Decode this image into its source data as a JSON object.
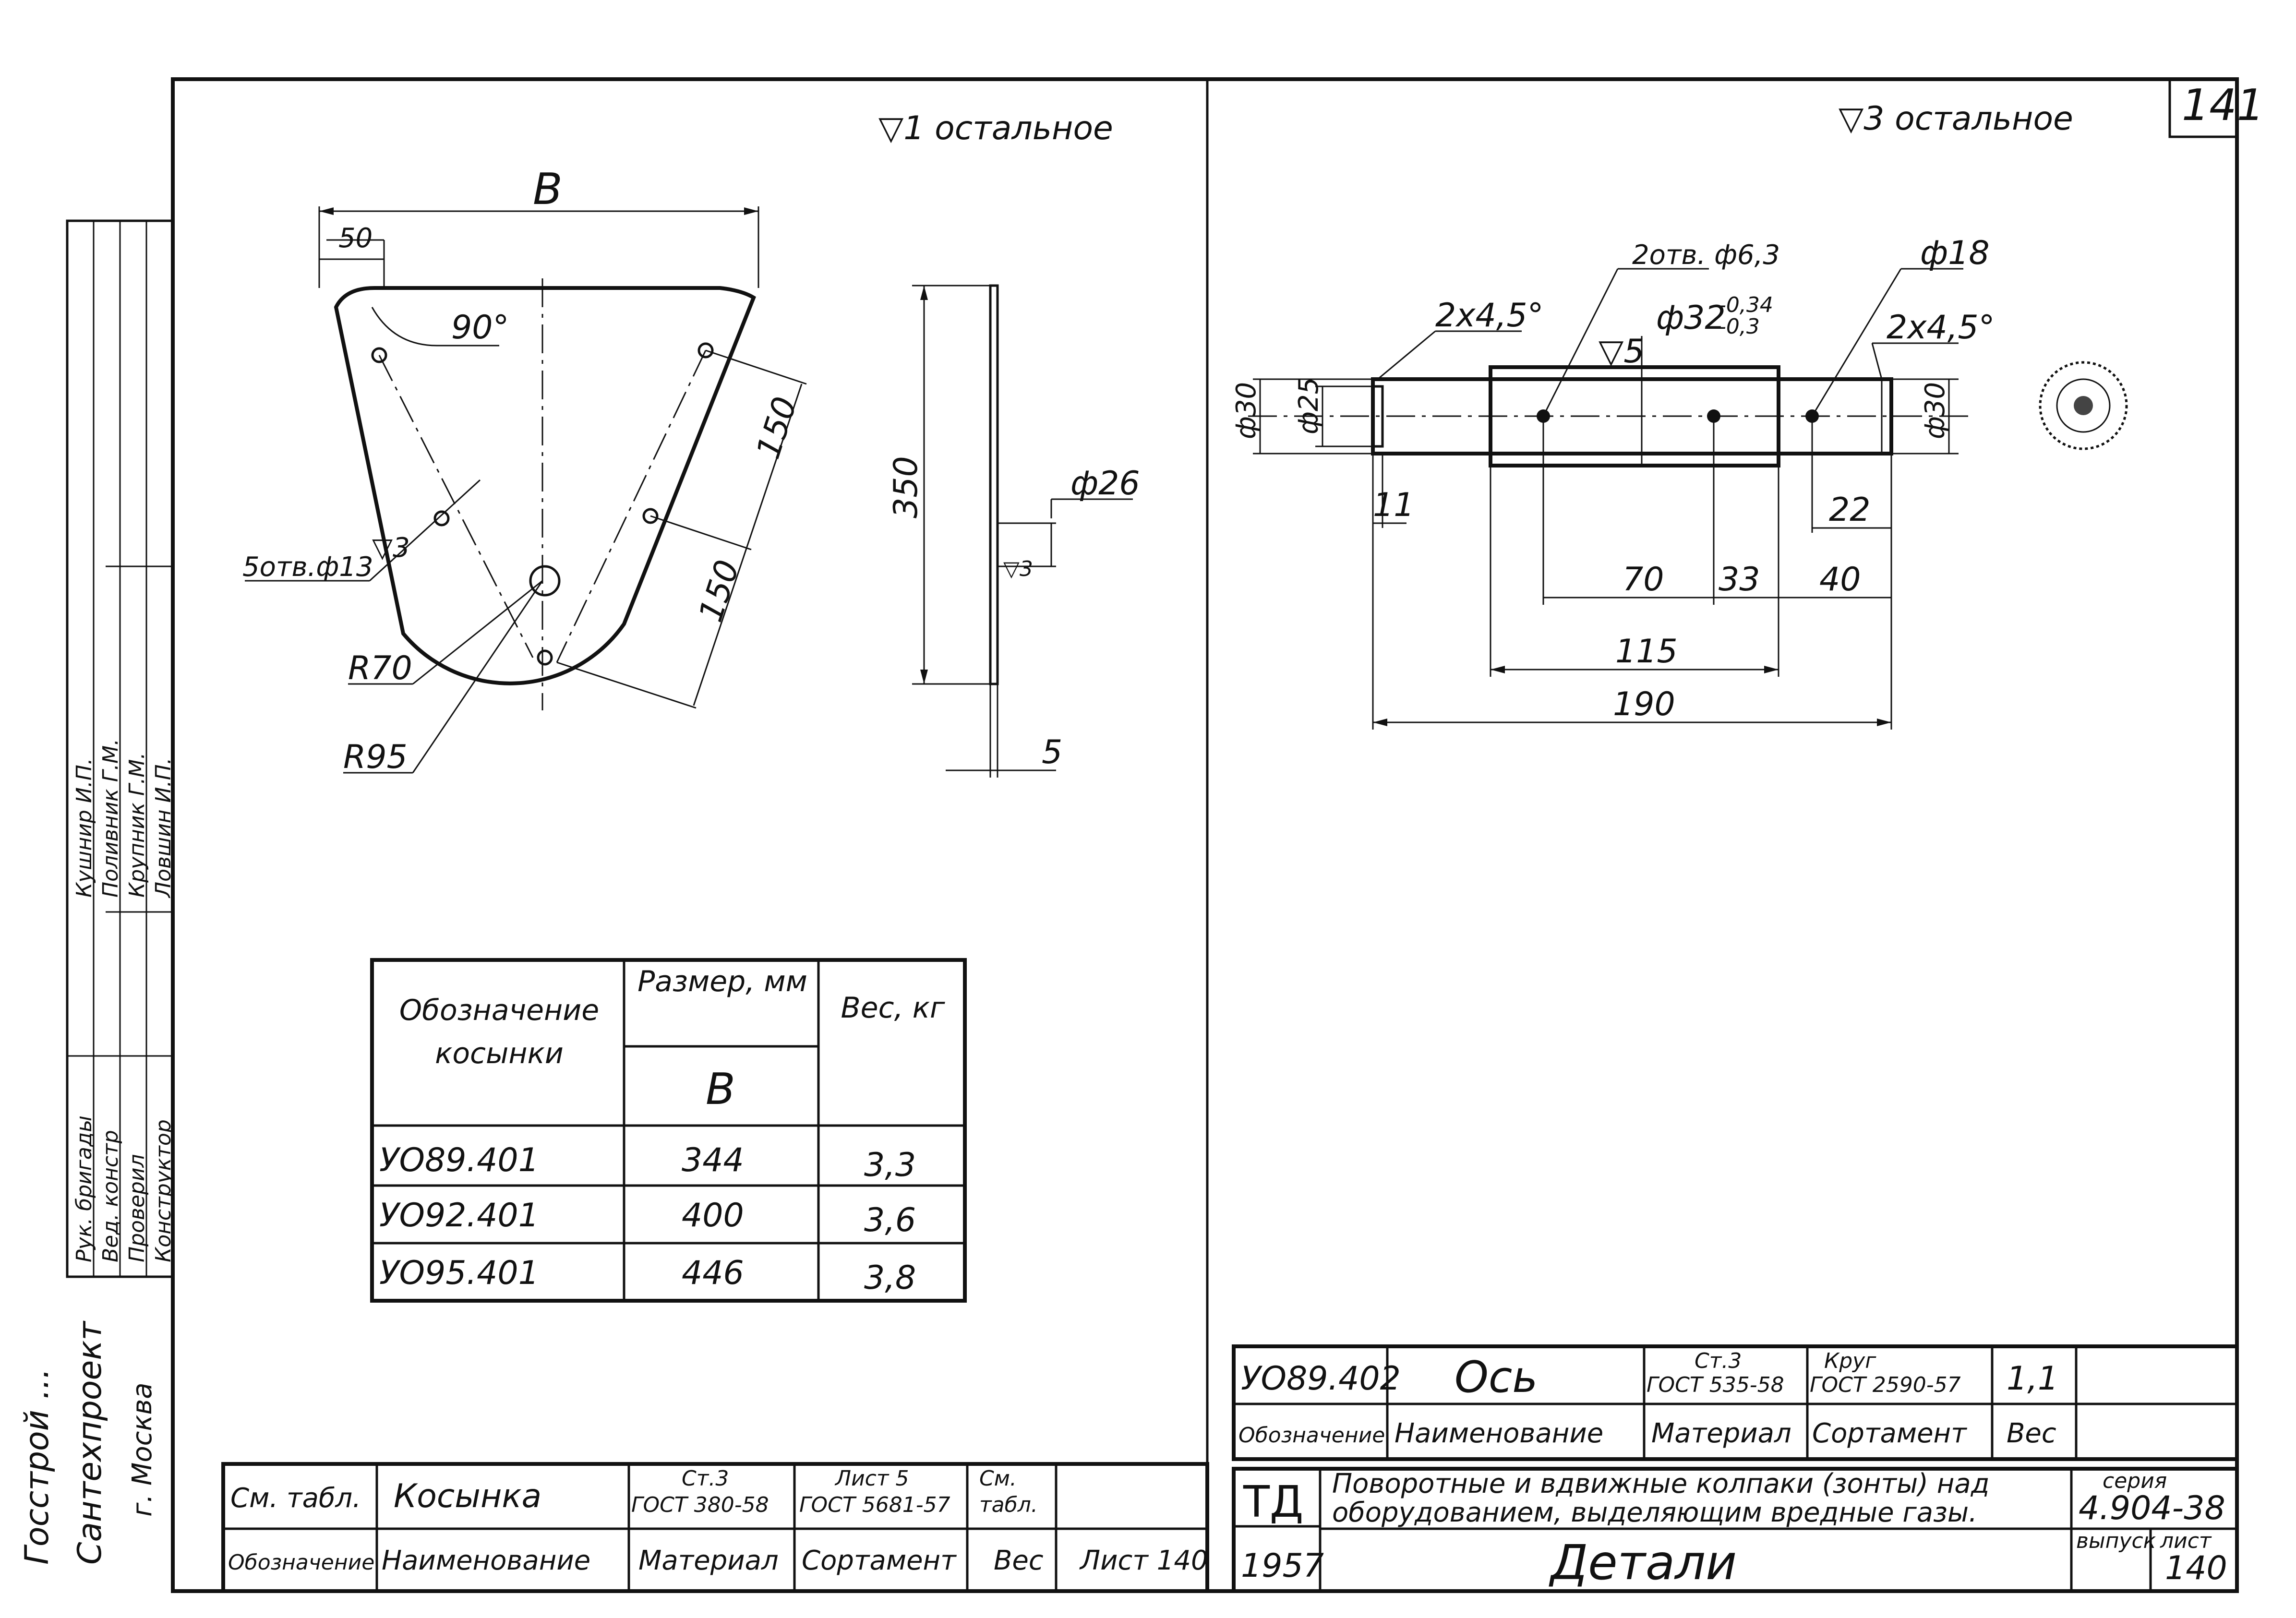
{
  "sheet": {
    "number": "141",
    "series_label": "серия",
    "series_value": "4.904-38",
    "issue_label": "выпуск",
    "sheet_label": "лист",
    "sheet_value": "140",
    "td_mark": "ТД",
    "year": "1957",
    "project_title_line1": "Поворотные и вдвижные колпаки (зонты) над",
    "project_title_line2": "оборудованием, выделяющим вредные газы.",
    "drawing_title": "Детали"
  },
  "org": {
    "line1": "Госстрой ...",
    "line2": "Сантехпроект",
    "line3": "г. Москва"
  },
  "signatures": {
    "roles": [
      "Рук. бригады",
      "Вед. констр",
      "Проверил",
      "Конструктор"
    ],
    "names": [
      "Кушнир И.П.",
      "Поливник Г.М.",
      "Крупник Г.М.",
      "Ловшин И.П."
    ]
  },
  "gusset": {
    "roughness_note": "▽1 остальное",
    "dim_B": "B",
    "dim_50": "50",
    "dim_90": "90°",
    "dim_150a": "150",
    "dim_150b": "150",
    "holes": "5отв.ф13",
    "holes_roughness": "▽3",
    "r70": "R70",
    "r95": "R95",
    "side_350": "350",
    "side_phi26": "ф26",
    "side_rough": "▽3",
    "side_5": "5",
    "table": {
      "col1_header": "Обозначение косынки",
      "col2_header": "Размер, мм",
      "col2_sub": "B",
      "col3_header": "Вес, кг",
      "rows": [
        {
          "code": "УО89.401",
          "b": "344",
          "weight": "3,3"
        },
        {
          "code": "УО92.401",
          "b": "400",
          "weight": "3,6"
        },
        {
          "code": "УО95.401",
          "b": "446",
          "weight": "3,8"
        }
      ]
    },
    "title_block": {
      "sh_table": "См. табл.",
      "name": "Косынка",
      "material_line1": "Ст.3",
      "material_line2": "ГОСТ 380-58",
      "sortament_line1": "Лист 5",
      "sortament_line2": "ГОСТ 5681-57",
      "weight_line1": "См.",
      "weight_line2": "табл.",
      "h_designation": "Обозначение",
      "h_name": "Наименование",
      "h_material": "Материал",
      "h_sortament": "Сортамент",
      "h_weight": "Вес",
      "sheet_ref": "Лист 140"
    }
  },
  "axle": {
    "roughness_note": "▽3 остальное",
    "holes": "2отв. ф6,3",
    "phi18": "ф18",
    "chamfer_left": "2х4,5°",
    "chamfer_right": "2х4,5°",
    "phi32": "ф32",
    "phi32_tol_upper": "-0,34",
    "phi32_tol_lower": "-0,3",
    "rough5": "▽5",
    "phi30_left": "ф30",
    "phi25": "ф25",
    "phi30_right": "ф30",
    "d11": "11",
    "d22": "22",
    "d70": "70",
    "d33": "33",
    "d40": "40",
    "d115": "115",
    "d190": "190",
    "title_block": {
      "code": "УО89.402",
      "name": "Ось",
      "material_line1": "Ст.3",
      "material_line2": "ГОСТ 535-58",
      "sortament_line1": "Круг",
      "sortament_line2": "ГОСТ 2590-57",
      "weight": "1,1",
      "h_designation": "Обозначение",
      "h_name": "Наименование",
      "h_material": "Материал",
      "h_sortament": "Сортамент",
      "h_weight": "Вес"
    }
  }
}
